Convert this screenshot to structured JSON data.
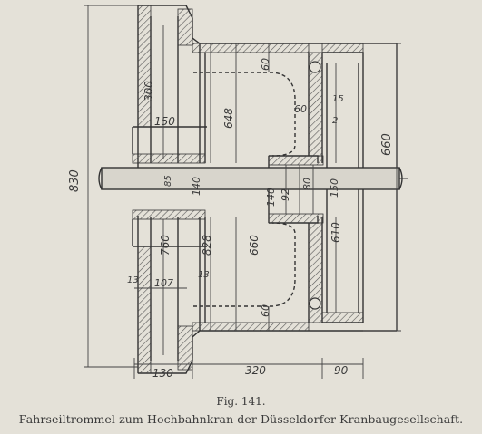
{
  "caption": {
    "figure": "Fig. 141.",
    "title": "Fahrseiltrommel zum Hochbahnkran der Düsseldorfer Kranbaugesellschaft."
  },
  "dimensions": {
    "overall_height": "830",
    "drum_outer_diameter": "660",
    "left_drum_radius_top": "300",
    "left_hub_inner": "150",
    "left_shaft": "85",
    "left_hub_140": "140",
    "left_drum_lower": "760",
    "left_rim_lower": "828",
    "inner_width": "107",
    "rim_left": "13",
    "rim_right": "13",
    "bore_upper": "648",
    "bore_lower": "660",
    "web_top": "60",
    "web_bottom": "60",
    "fillet": "60",
    "rib_15": "15",
    "rib_2": "2",
    "hub_140": "140",
    "hub_92": "92",
    "hub_80": "80",
    "hub_150": "150",
    "right_610": "610",
    "width_left": "130",
    "width_mid": "320",
    "width_right": "90"
  }
}
